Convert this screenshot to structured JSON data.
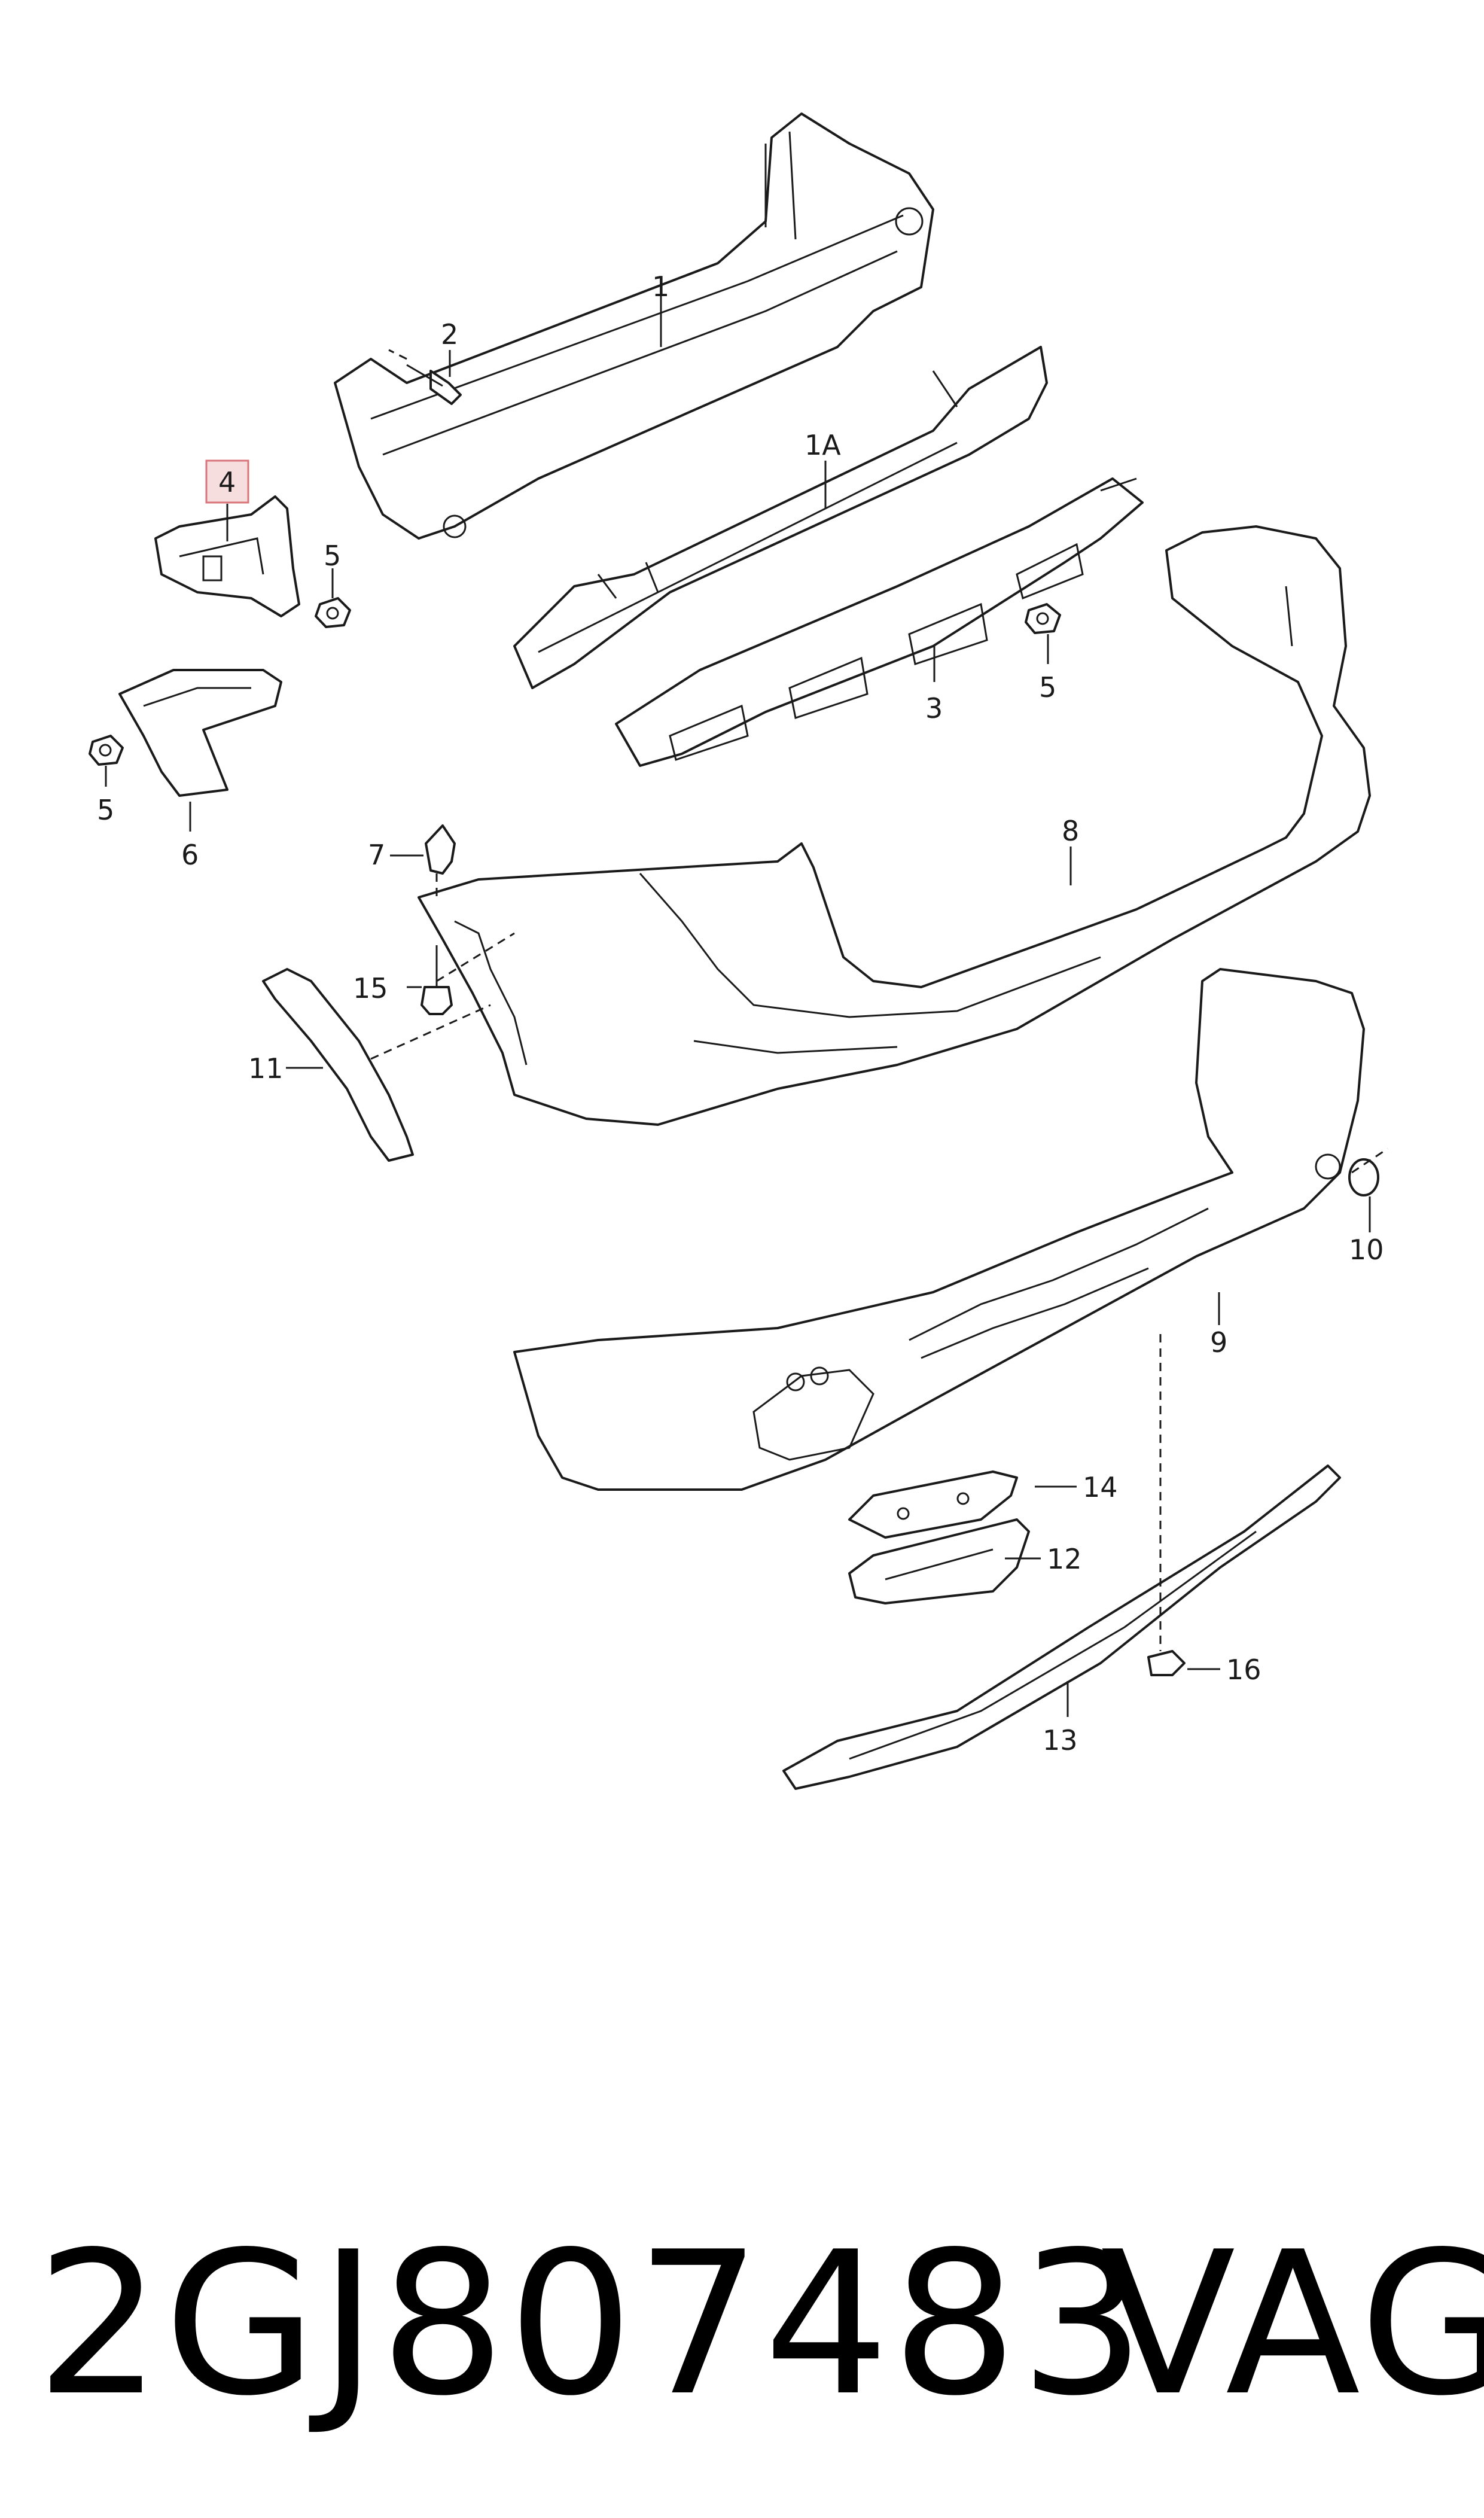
{
  "diagram": {
    "callouts": {
      "c1": "1",
      "c1a": "1A",
      "c2": "2",
      "c3": "3",
      "c4": "4",
      "c5a": "5",
      "c5b": "5",
      "c5c": "5",
      "c6": "6",
      "c7": "7",
      "c8": "8",
      "c9": "9",
      "c10": "10",
      "c11": "11",
      "c12": "12",
      "c13": "13",
      "c14": "14",
      "c15": "15",
      "c16": "16"
    },
    "highlighted_callout": "4",
    "highlight_color": "#f7dede"
  },
  "footer": {
    "part_number": "2GJ807483",
    "brand": "VAG"
  }
}
